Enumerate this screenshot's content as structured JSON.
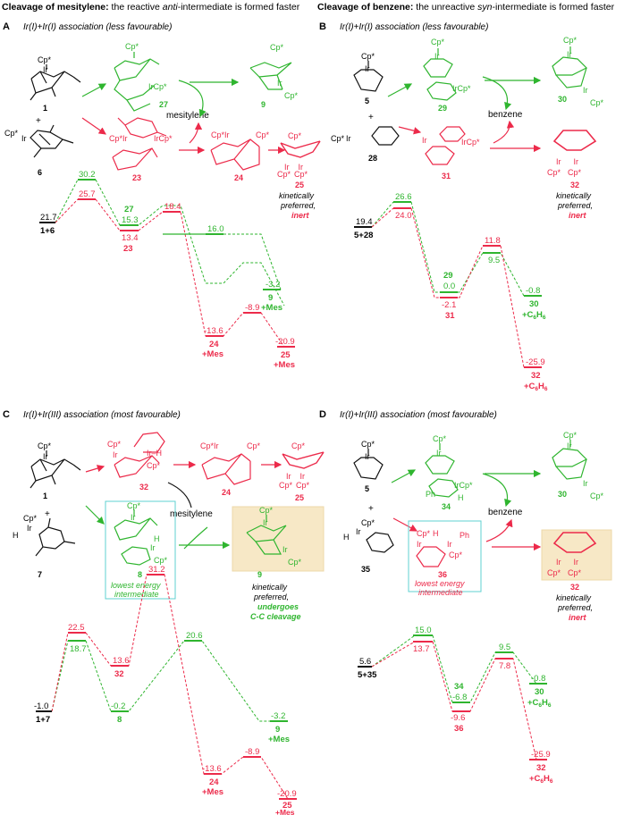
{
  "colors": {
    "green": "#2fb52f",
    "red": "#ec2a4a",
    "black": "#111111",
    "teal": "#5fd0d0",
    "tan": "#f7e8c6"
  },
  "headers": {
    "left_bold": "Cleavage of mesitylene:",
    "left_rest_a": " the reactive ",
    "left_italic": "anti",
    "left_rest_b": "-intermediate is formed faster",
    "right_bold": "Cleavage of benzene:",
    "right_rest_a": " the unreactive ",
    "right_italic": "syn",
    "right_rest_b": "-intermediate is formed faster"
  },
  "panels": {
    "A": {
      "letter": "A",
      "subtitle": "Ir(I)+Ir(I) association (less favourable)"
    },
    "B": {
      "letter": "B",
      "subtitle": "Ir(I)+Ir(I) association (less favourable)"
    },
    "C": {
      "letter": "C",
      "subtitle": "Ir(I)+Ir(III) association (most favourable)"
    },
    "D": {
      "letter": "D",
      "subtitle": "Ir(I)+Ir(III) association (most favourable)"
    }
  },
  "scheme": {
    "cp": "Cp*",
    "ir": "Ir",
    "ircp": "IrCp*",
    "ph": "Ph",
    "h": "H",
    "ir_h": "Ir–H",
    "plus": "+",
    "mesitylene": "mesitylene",
    "benzene": "benzene",
    "kin_pref": "kinetically",
    "kin_pref2": "preferred,",
    "inert": "inert",
    "undergoes": "undergoes",
    "cc_cleavage": "C-C cleavage",
    "lowest1": "lowest energy",
    "lowest2": "intermediate",
    "A": {
      "c1": "1",
      "c6": "6",
      "c27": "27",
      "c9": "9",
      "c23": "23",
      "c24": "24",
      "c25": "25"
    },
    "B": {
      "c5": "5",
      "c28": "28",
      "c29": "29",
      "c30": "30",
      "c31": "31",
      "c32": "32"
    },
    "C": {
      "c1": "1",
      "c7": "7",
      "c32": "32",
      "c24": "24",
      "c25": "25",
      "c8": "8",
      "c9": "9"
    },
    "D": {
      "c5": "5",
      "c35": "35",
      "c34": "34",
      "c30": "30",
      "c36": "36",
      "c32": "32"
    }
  },
  "energy": {
    "A": {
      "start": {
        "value": "21.7",
        "label": "1+6"
      },
      "ts1": {
        "green": "30.2",
        "red": "25.7"
      },
      "int": {
        "green": "15.3",
        "green_label": "27",
        "red": "13.4",
        "red_label": "23"
      },
      "ts2": {
        "red": "18.4",
        "green": "16.0"
      },
      "prod_green": {
        "value": "-3.2",
        "label": "9",
        "label2": "+Mes"
      },
      "int2_red": {
        "value": "-13.6",
        "label": "24",
        "label2": "+Mes"
      },
      "ts3_red": {
        "value": "-8.9"
      },
      "prod_red": {
        "value": "-20.9",
        "label": "25",
        "label2": "+Mes"
      }
    },
    "B": {
      "start": {
        "value": "19.4",
        "label": "5+28"
      },
      "ts1": {
        "green": "26.6",
        "red": "24.0"
      },
      "int": {
        "green": "0.0",
        "green_label": "29",
        "red": "-2.1",
        "red_label": "31"
      },
      "ts2": {
        "red": "11.8",
        "green": "9.5"
      },
      "prod_green": {
        "value": "-0.8",
        "label": "30",
        "label2": "+C",
        "sub": "6",
        "mid": "H",
        "sub2": "6"
      },
      "prod_red": {
        "value": "-25.9",
        "label": "32",
        "label2": "+C",
        "sub": "6",
        "mid": "H",
        "sub2": "6"
      }
    },
    "C": {
      "start": {
        "value": "-1.0",
        "label": "1+7"
      },
      "ts1": {
        "red": "22.5",
        "green": "18.7"
      },
      "int": {
        "red": "13.6",
        "red_label": "32",
        "green": "-0.2",
        "green_label": "8"
      },
      "ts2": {
        "red": "31.2",
        "green": "20.6"
      },
      "prod_green": {
        "value": "-3.2",
        "label": "9",
        "label2": "+Mes"
      },
      "int2_red": {
        "value": "-13.6",
        "label": "24",
        "label2": "+Mes"
      },
      "ts3_red": {
        "value": "-8.9"
      },
      "prod_red": {
        "value": "-20.9",
        "label": "25",
        "label2": "+Mes"
      }
    },
    "D": {
      "start": {
        "value": "5.6",
        "label": "5+35"
      },
      "ts1": {
        "green": "15.0",
        "red": "13.7"
      },
      "int": {
        "green": "-6.8",
        "green_label": "34",
        "red": "-9.6",
        "red_label": "36"
      },
      "ts2": {
        "green": "9.5",
        "red": "7.8"
      },
      "prod_green": {
        "value": "-0.8",
        "label": "30",
        "label2": "+C",
        "sub": "6",
        "mid": "H",
        "sub2": "6"
      },
      "prod_red": {
        "value": "-25.9",
        "label": "32",
        "label2": "+C",
        "sub": "6",
        "mid": "H",
        "sub2": "6"
      }
    }
  }
}
